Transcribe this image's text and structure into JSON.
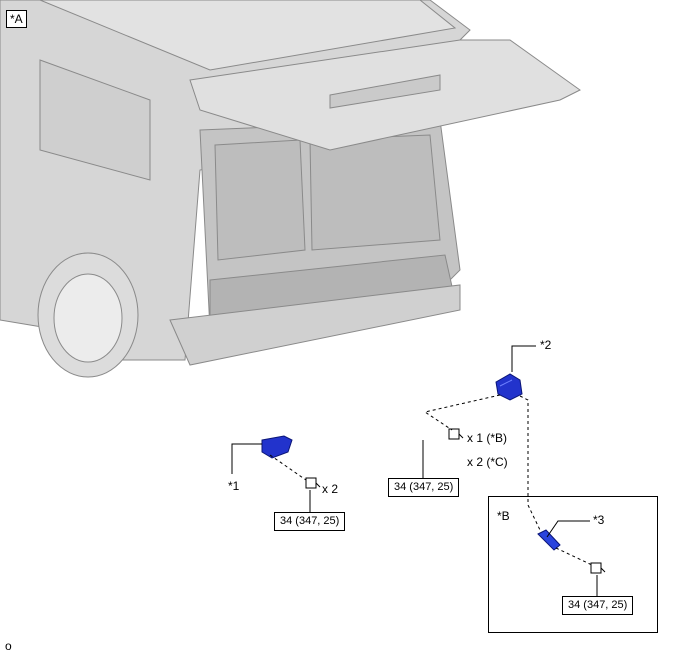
{
  "view_label": "*A",
  "inset_label": "*B",
  "callouts": {
    "part1": "*1",
    "part2": "*2",
    "part3": "*3"
  },
  "quantities": {
    "bolt_left": "x 2",
    "bolt_mid_b": "x 1 (*B)",
    "bolt_mid_c": "x 2 (*C)"
  },
  "torque_values": {
    "left": "34 (347, 25)",
    "middle": "34 (347, 25)",
    "inset": "34 (347, 25)"
  },
  "footer_mark": "o",
  "colors": {
    "part_fill": "#2233cc",
    "body_gray": "#d6d6d6",
    "outline": "#8a8a8a"
  }
}
